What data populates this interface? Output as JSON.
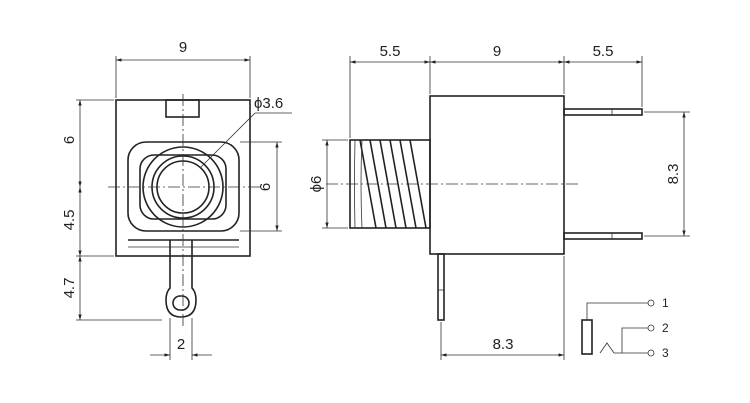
{
  "front_view": {
    "width_label": "9",
    "hole_diameter_label": "ϕ3.6",
    "top_height_label": "6",
    "lower_height_label": "4.5",
    "inner_height_label": "6",
    "pin_length_label": "4.7",
    "pin_width_label": "2"
  },
  "side_view": {
    "left_width_label": "5.5",
    "body_width_label": "9",
    "right_width_label": "5.5",
    "thread_diameter_label": "ϕ6",
    "pin_spacing_label": "8.3",
    "bottom_pin_offset_label": "8.3"
  },
  "schematic": {
    "pins": [
      "1",
      "2",
      "3"
    ]
  }
}
